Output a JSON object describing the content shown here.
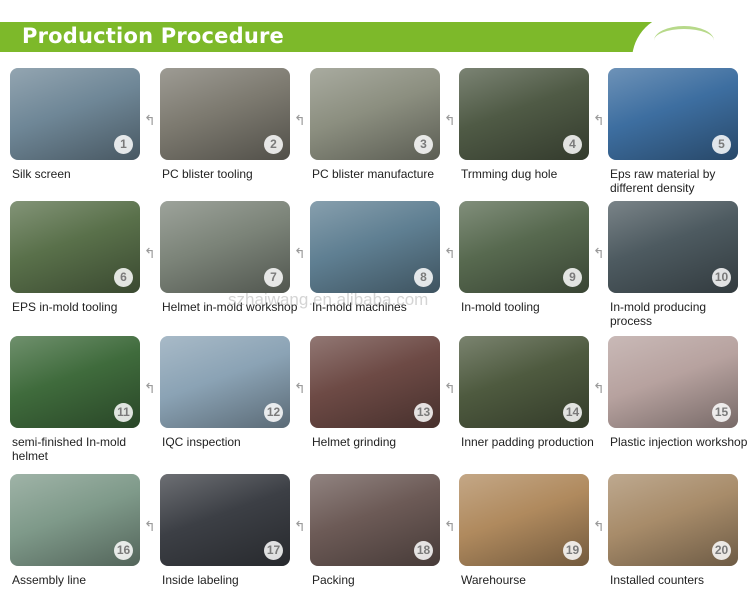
{
  "banner": {
    "title": "Production Procedure"
  },
  "watermark": "szhaiwang.en.alibaba.com",
  "steps": [
    {
      "num": "1",
      "caption": "Silk screen",
      "color": "#6f8797"
    },
    {
      "num": "2",
      "caption": "PC blister tooling",
      "color": "#7d7a70"
    },
    {
      "num": "3",
      "caption": "PC blister manufacture",
      "color": "#8c8f80"
    },
    {
      "num": "4",
      "caption": "Trmming dug hole",
      "color": "#4f5a45"
    },
    {
      "num": "5",
      "caption": "Eps raw material by different density",
      "color": "#3d6ea0"
    },
    {
      "num": "6",
      "caption": "EPS in-mold tooling",
      "color": "#59704a"
    },
    {
      "num": "7",
      "caption": "Helmet in-mold workshop",
      "color": "#7c8479"
    },
    {
      "num": "8",
      "caption": "In-mold machines",
      "color": "#5f7f92"
    },
    {
      "num": "9",
      "caption": "In-mold tooling",
      "color": "#57694f"
    },
    {
      "num": "10",
      "caption": "In-mold producing process",
      "color": "#4d5a60"
    },
    {
      "num": "11",
      "caption": "semi-finished In-mold helmet",
      "color": "#3f6b3c"
    },
    {
      "num": "12",
      "caption": "IQC inspection",
      "color": "#8ba3b5"
    },
    {
      "num": "13",
      "caption": "Helmet grinding",
      "color": "#6d4a45"
    },
    {
      "num": "14",
      "caption": "Inner padding production",
      "color": "#4e5a3f"
    },
    {
      "num": "15",
      "caption": "Plastic injection workshop",
      "color": "#b7a29f"
    },
    {
      "num": "16",
      "caption": "Assembly line",
      "color": "#7f9a8a"
    },
    {
      "num": "17",
      "caption": "Inside labeling",
      "color": "#3c3f45"
    },
    {
      "num": "18",
      "caption": "Packing",
      "color": "#6c5a56"
    },
    {
      "num": "19",
      "caption": "Warehourse",
      "color": "#b08a5e"
    },
    {
      "num": "20",
      "caption": "Installed counters",
      "color": "#a88c6a"
    }
  ]
}
